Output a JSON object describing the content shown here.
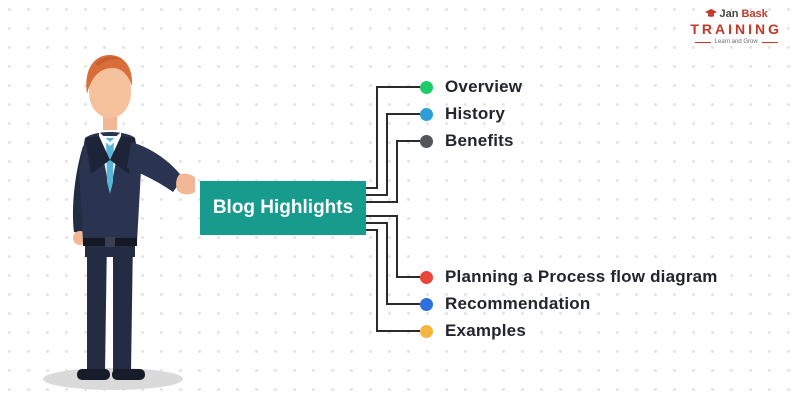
{
  "logo": {
    "brand_first": "Jan",
    "brand_second": "Bask",
    "title": "TRAINING",
    "tagline": "Learn and Grow",
    "accent_color": "#c0392b"
  },
  "center_box": {
    "label": "Blog Highlights",
    "bg_color": "#169b8c"
  },
  "diagram": {
    "line_color": "#2b2b2b"
  },
  "items_top": [
    {
      "label": "Overview",
      "bullet_color": "#1ecb6b"
    },
    {
      "label": "History",
      "bullet_color": "#2d9fd6"
    },
    {
      "label": "Benefits",
      "bullet_color": "#51565c"
    }
  ],
  "items_bottom": [
    {
      "label": "Planning a Process flow diagram",
      "bullet_color": "#e8463a"
    },
    {
      "label": "Recommendation",
      "bullet_color": "#2d6fdd"
    },
    {
      "label": "Examples",
      "bullet_color": "#f4b63f"
    }
  ]
}
